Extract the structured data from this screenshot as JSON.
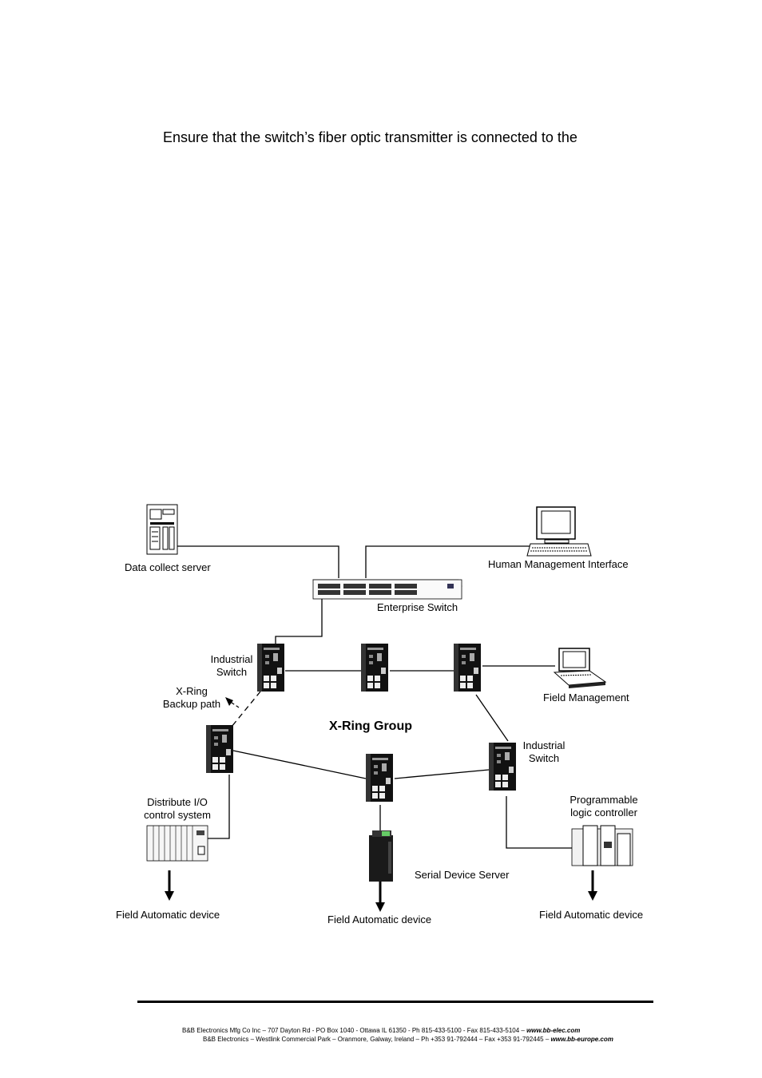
{
  "intro_text": "Ensure that the switch’s fiber optic transmitter is connected to the",
  "diagram": {
    "labels": {
      "data_collect_server": "Data collect server",
      "human_management_interface": "Human Management Interface",
      "enterprise_switch": "Enterprise Switch",
      "industrial_switch_left_1": "Industrial",
      "industrial_switch_left_2": "Switch",
      "xring_backup_1": "X-Ring",
      "xring_backup_2": "Backup path",
      "xring_group": "X-Ring Group",
      "field_management": "Field Management",
      "industrial_switch_right_1": "Industrial",
      "industrial_switch_right_2": "Switch",
      "distribute_io_1": "Distribute I/O",
      "distribute_io_2": "control system",
      "plc_1": "Programmable",
      "plc_2": "logic controller",
      "serial_device_server": "Serial Device Server",
      "field_device_left": "Field Automatic device",
      "field_device_center": "Field Automatic device",
      "field_device_right": "Field Automatic device"
    }
  },
  "footer": {
    "line1_text": "B&B Electronics Mfg Co Inc – 707 Dayton Rd - PO Box 1040 - Ottawa IL 61350 - Ph 815-433-5100 - Fax 815-433-5104 – ",
    "line1_url": "www.bb-elec.com",
    "line2_text": "B&B Electronics – Westlink Commercial Park – Oranmore, Galway, Ireland – Ph +353 91-792444 – Fax +353 91-792445 – ",
    "line2_url": "www.bb-europe.com"
  }
}
